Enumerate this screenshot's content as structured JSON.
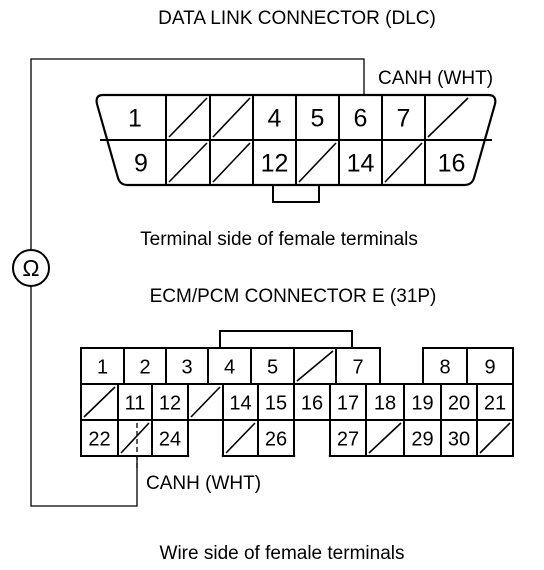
{
  "titles": {
    "dlc": "DATA LINK CONNECTOR (DLC)",
    "ecm": "ECM/PCM CONNECTOR E (31P)"
  },
  "captions": {
    "dlc": "Terminal side of female terminals",
    "ecm": "Wire side of female terminals"
  },
  "labels": {
    "dlc_canh": "CANH (WHT)",
    "ecm_canh": "CANH (WHT)"
  },
  "meter_symbol": "Ω",
  "dlc": {
    "row1": [
      "1",
      "",
      "",
      "4",
      "5",
      "6",
      "7",
      ""
    ],
    "row2": [
      "9",
      "",
      "",
      "12",
      "",
      "14",
      "",
      "16"
    ]
  },
  "ecm": {
    "row1": [
      "1",
      "2",
      "3",
      "4",
      "5",
      "",
      "7",
      null,
      null,
      "8",
      "9"
    ],
    "row2": [
      "",
      "11",
      "12",
      "",
      "14",
      "15",
      "16",
      "17",
      "18",
      "19",
      "20",
      "21"
    ],
    "row3": [
      "22",
      "",
      "24",
      null,
      "",
      "26",
      null,
      "27",
      "",
      "29",
      "30",
      ""
    ]
  }
}
